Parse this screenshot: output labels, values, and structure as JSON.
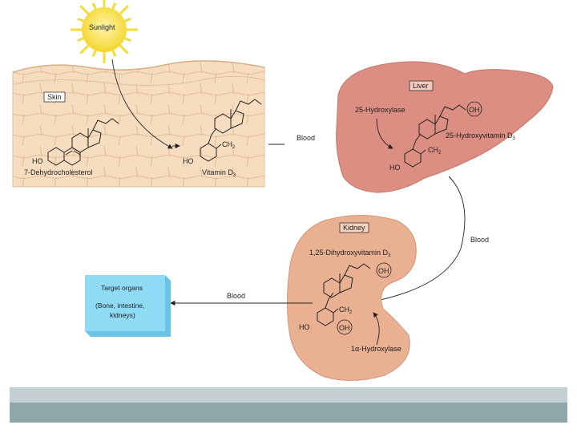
{
  "sunlight": "Sunlight",
  "skin": {
    "title": "Skin",
    "precursor": "7-Dehydrocholesterol",
    "product": "Vitamin D",
    "product_sub": "3",
    "ho": "HO",
    "ch2": "CH",
    "ch2_sub": "2"
  },
  "liver": {
    "title": "Liver",
    "enzyme": "25-Hydroxylase",
    "product": "25-Hydroxyvitamin D",
    "product_sub": "3",
    "ho": "HO",
    "oh": "OH",
    "ch2": "CH",
    "ch2_sub": "2"
  },
  "kidney": {
    "title": "Kidney",
    "product": "1,25-Dihydroxyvitamin D",
    "product_sub": "3",
    "enzyme": "1α-Hydroxylase",
    "ho": "HO",
    "oh": "OH",
    "oh2": "OH",
    "ch2": "CH",
    "ch2_sub": "2"
  },
  "blood_labels": [
    "Blood",
    "Blood",
    "Blood"
  ],
  "target": {
    "title": "Target organs",
    "line1": "(Bone, intestine,",
    "line2": "kidneys)"
  },
  "colors": {
    "sun": "#f6dc37",
    "skin_bg": "#f7ddc0",
    "liver": "#dc8e82",
    "kidney": "#eab092",
    "target_box": "#8fdbf5",
    "band_top": "#c5d0d3",
    "band_bottom": "#8fa7a8"
  }
}
